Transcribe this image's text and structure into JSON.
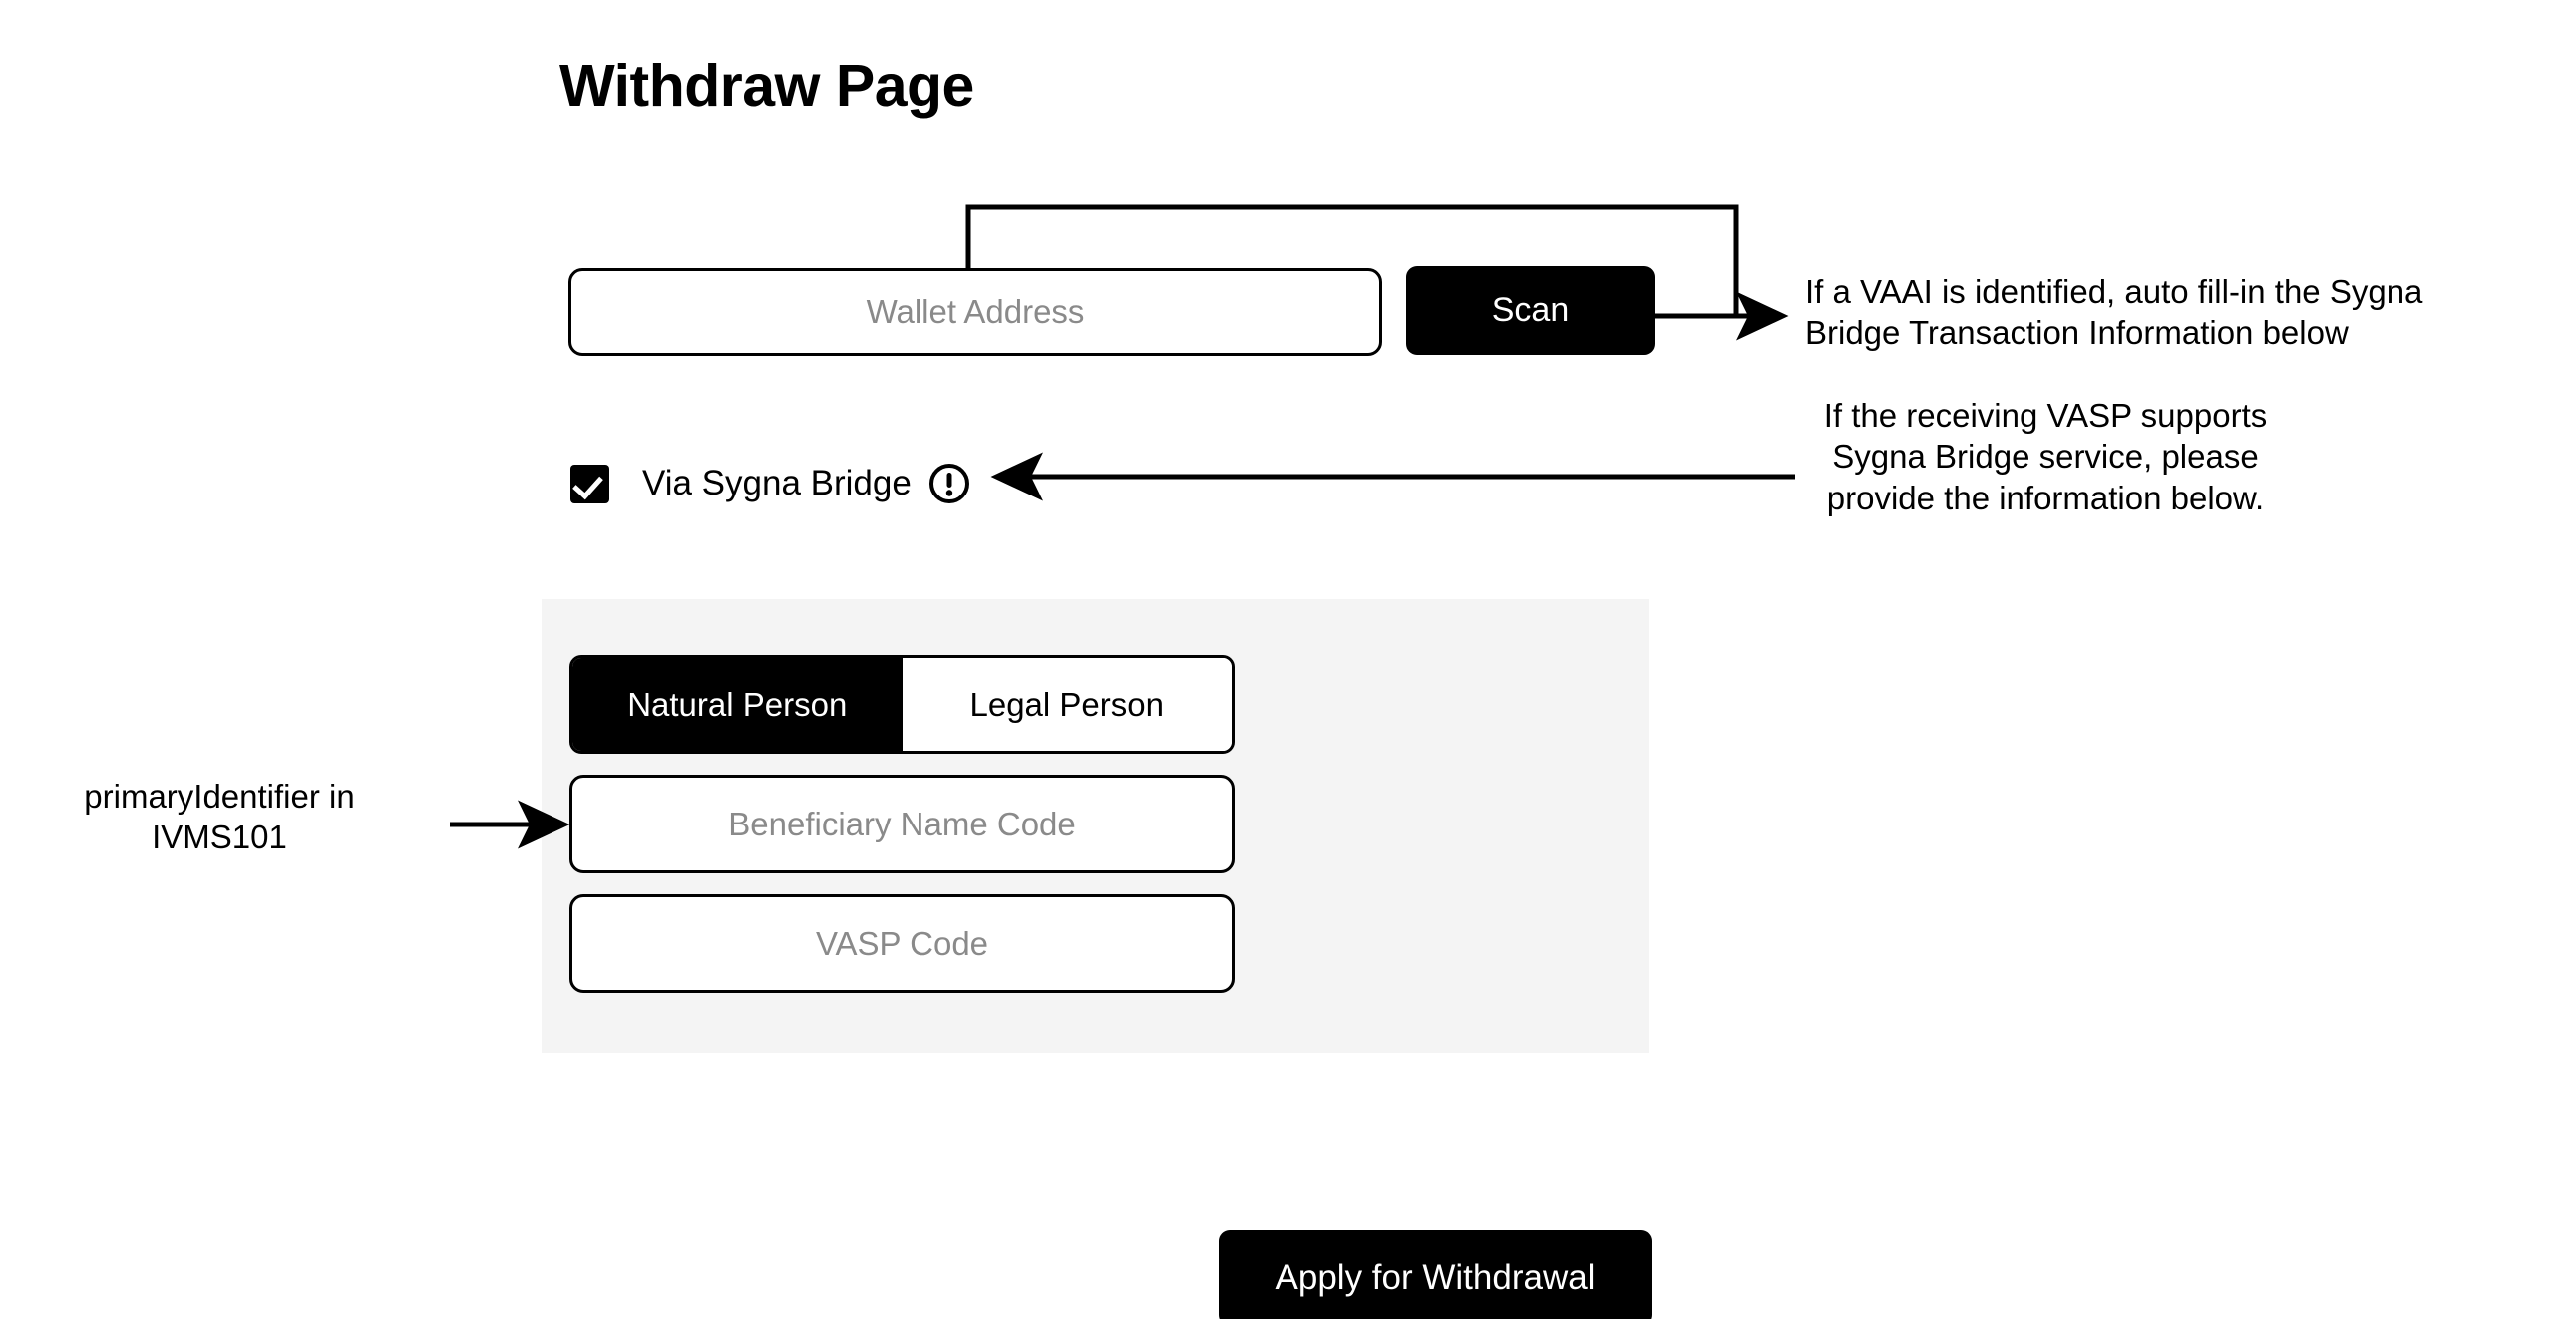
{
  "page": {
    "title": "Withdraw Page",
    "background_color": "#ffffff",
    "panel_color": "#f4f4f4",
    "accent_color": "#000000",
    "placeholder_color": "#8a8a8a"
  },
  "wallet": {
    "address_placeholder": "Wallet Address",
    "address_value": "",
    "scan_label": "Scan"
  },
  "sygna": {
    "checkbox_label": "Via Sygna Bridge",
    "checkbox_checked": true,
    "info_icon": "exclamation-circle-icon",
    "person_type": {
      "options": [
        "Natural Person",
        "Legal Person"
      ],
      "selected": "Natural Person"
    },
    "beneficiary_name_placeholder": "Beneficiary Name Code",
    "beneficiary_name_value": "",
    "vasp_code_placeholder": "VASP Code",
    "vasp_code_value": ""
  },
  "footer": {
    "apply_label": "Apply for Withdrawal"
  },
  "annotations": {
    "vaai": "If a VAAI is identified, auto fill-in the Sygna Bridge Transaction Information below",
    "vasp_support": "If the receiving VASP supports Sygna Bridge service, please provide the information below.",
    "primary_identifier": "primaryIdentifier in IVMS101"
  }
}
